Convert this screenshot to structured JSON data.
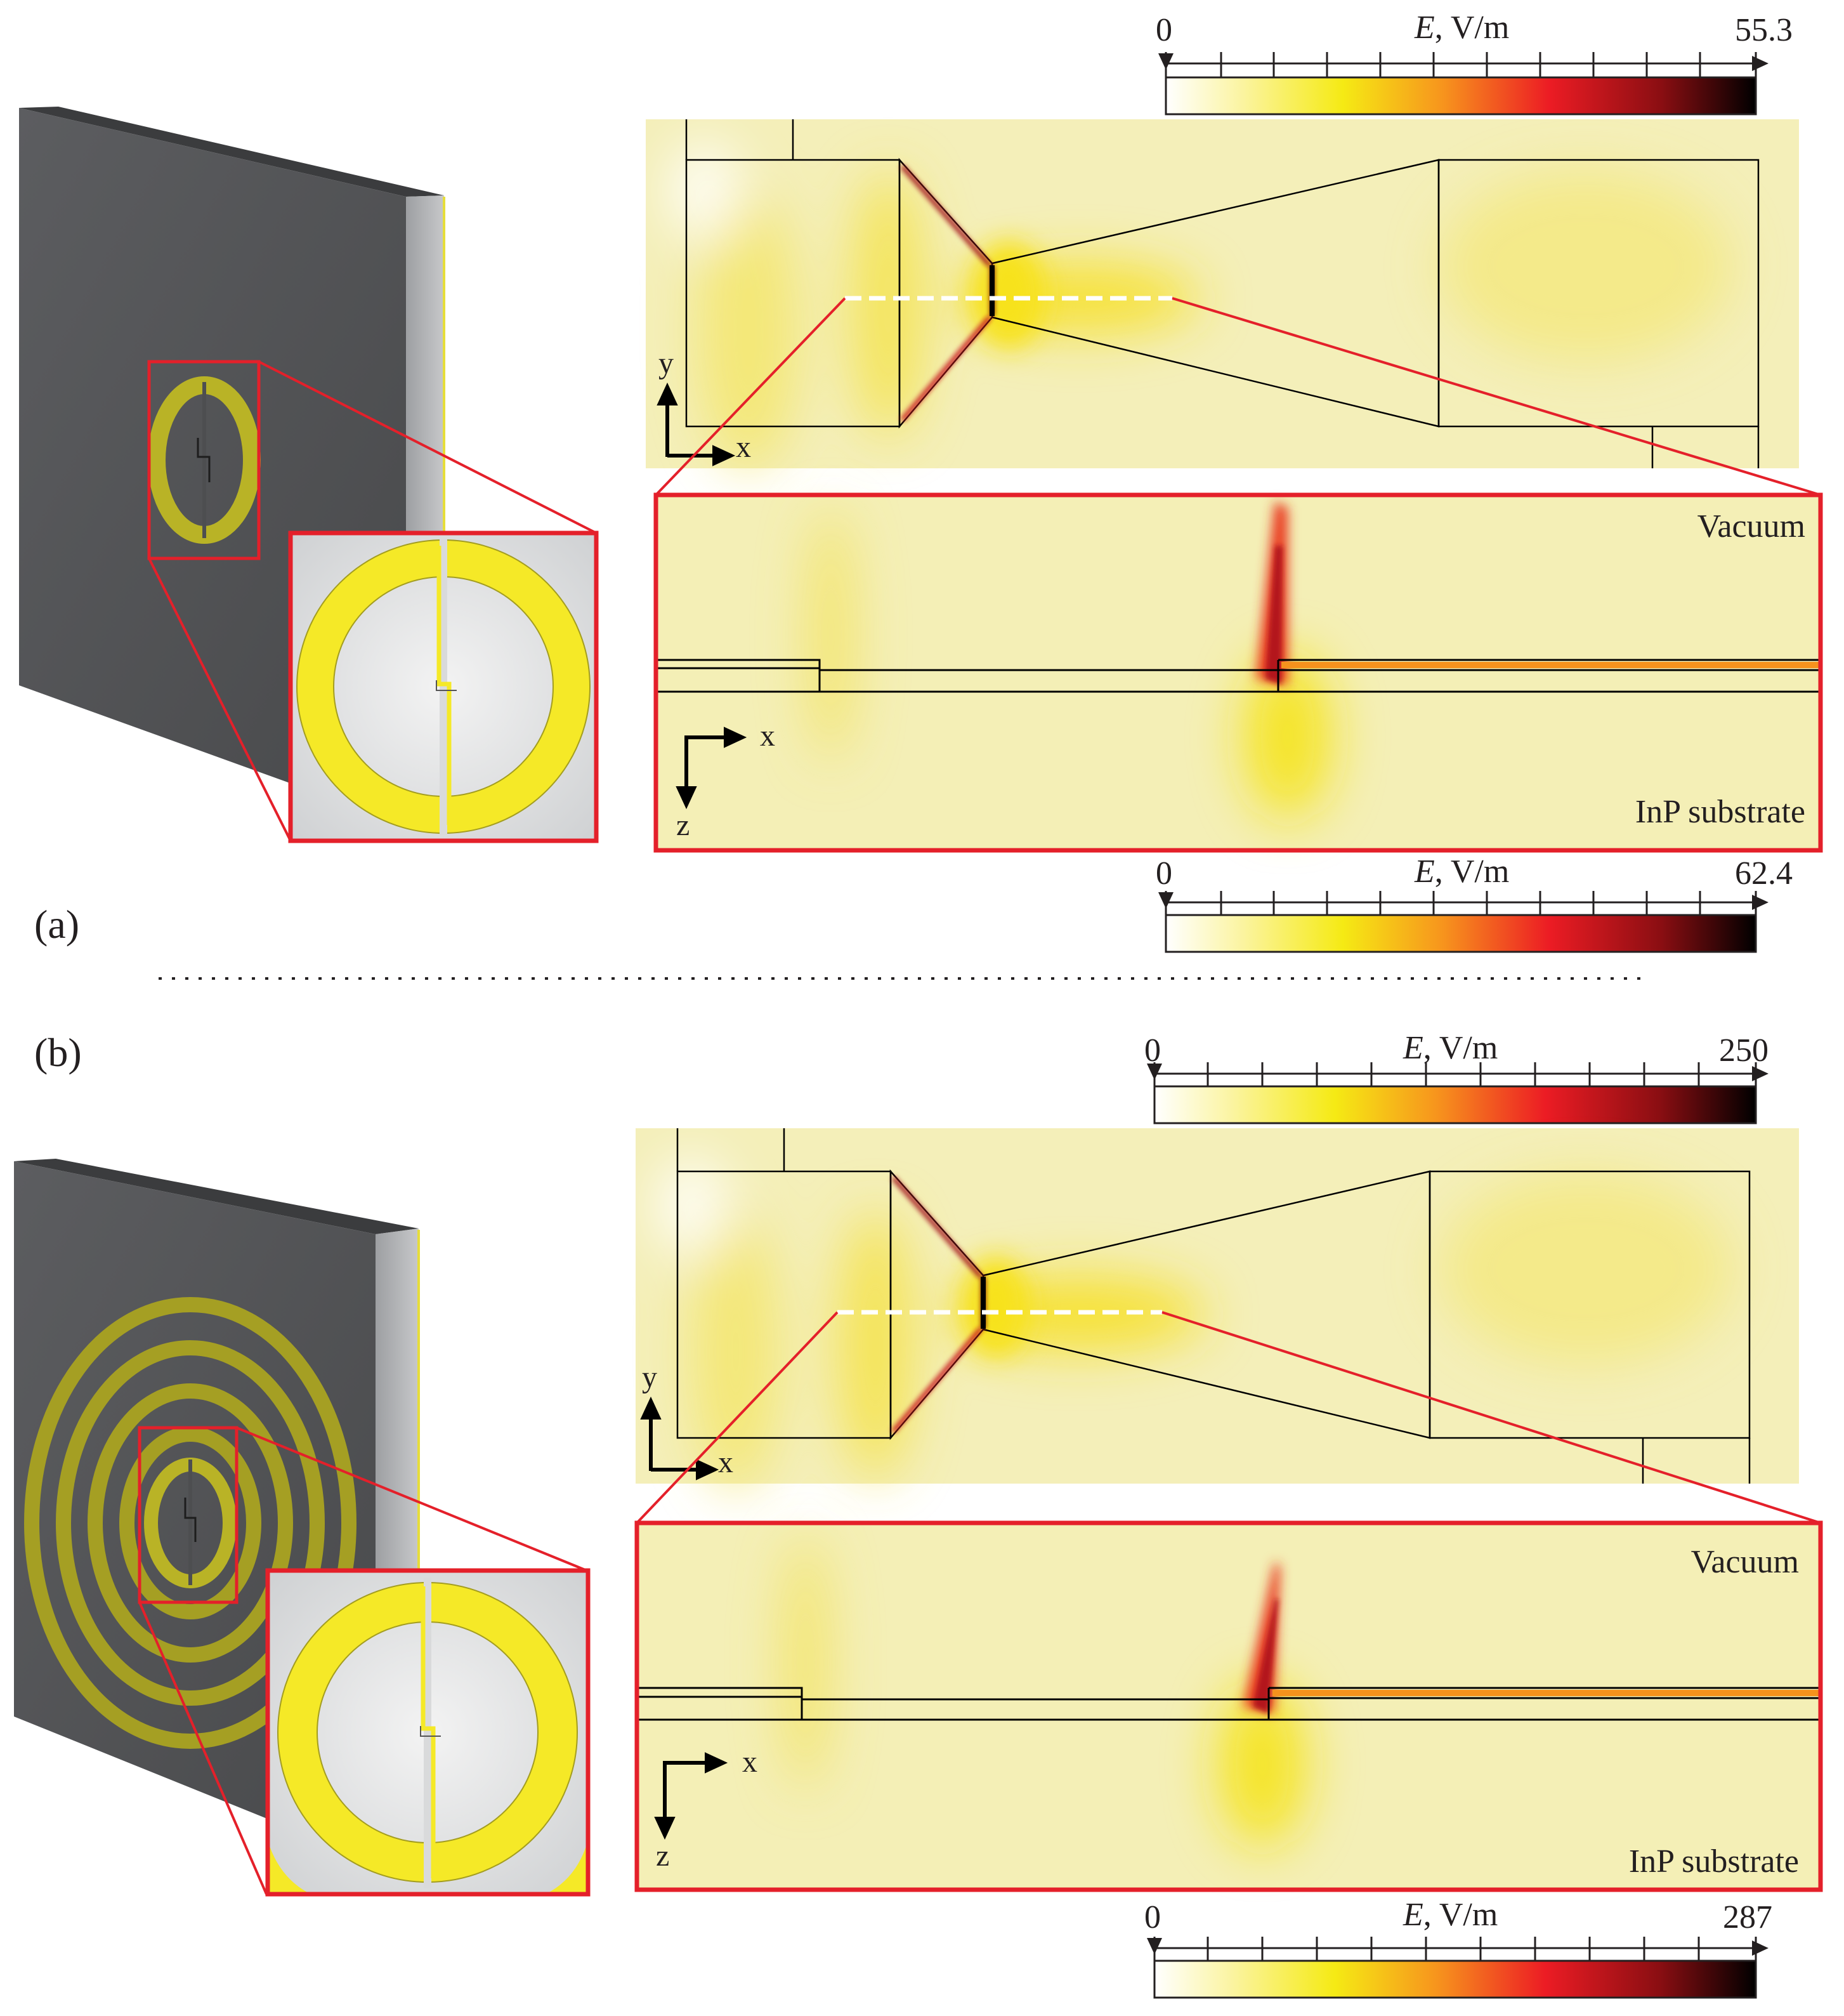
{
  "panel_a": {
    "label": "(a)",
    "colorbar_top": {
      "min": "0",
      "max": "55.3",
      "title_sym": "E",
      "title_unit": ", V/m"
    },
    "colorbar_bottom": {
      "min": "0",
      "max": "62.4",
      "title_sym": "E",
      "title_unit": ", V/m"
    },
    "axes_xy": {
      "y": "y",
      "x": "x"
    },
    "axes_xz": {
      "x": "x",
      "z": "z"
    },
    "region_top": "Vacuum",
    "region_bottom": "InP substrate"
  },
  "panel_b": {
    "label": "(b)",
    "colorbar_top": {
      "min": "0",
      "max": "250",
      "title_sym": "E",
      "title_unit": ", V/m"
    },
    "colorbar_bottom": {
      "min": "0",
      "max": "287",
      "title_sym": "E",
      "title_unit": ", V/m"
    },
    "axes_xy": {
      "y": "y",
      "x": "x"
    },
    "axes_xz": {
      "x": "x",
      "z": "z"
    },
    "region_top": "Vacuum",
    "region_bottom": "InP substrate"
  },
  "colors": {
    "accent_red": "#e4202a",
    "gold": "#bdb72a",
    "yellow": "#f5ea22",
    "slab_dark": "#58595b",
    "slab_light": "#a7a9ac",
    "field_bg": "#f4efb6"
  },
  "colormap": [
    "#ffffff",
    "#fbf4a0",
    "#f5ea14",
    "#f7941d",
    "#ec1c24",
    "#8a0e12",
    "#000000"
  ]
}
